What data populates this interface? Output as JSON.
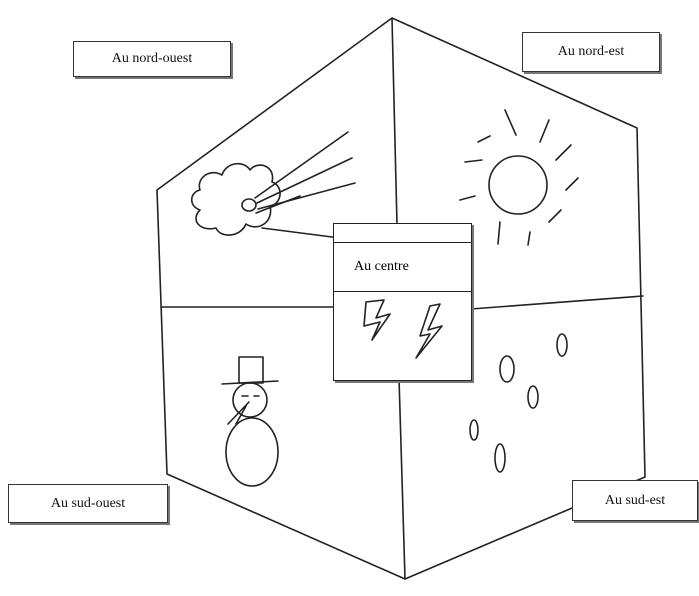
{
  "regions": {
    "north_west": {
      "label": "Au nord-ouest",
      "icon": "wind-cloud-icon"
    },
    "north_east": {
      "label": "Au nord-est",
      "icon": "sun-icon"
    },
    "south_west": {
      "label": "Au sud-ouest",
      "icon": "snowman-icon"
    },
    "south_east": {
      "label": "Au sud-est",
      "icon": "rain-drops-icon"
    },
    "center": {
      "label": "Au centre",
      "icon": "lightning-icon"
    }
  },
  "colors": {
    "ink": "#222222",
    "paper": "#ffffff",
    "shadow": "#777777"
  }
}
